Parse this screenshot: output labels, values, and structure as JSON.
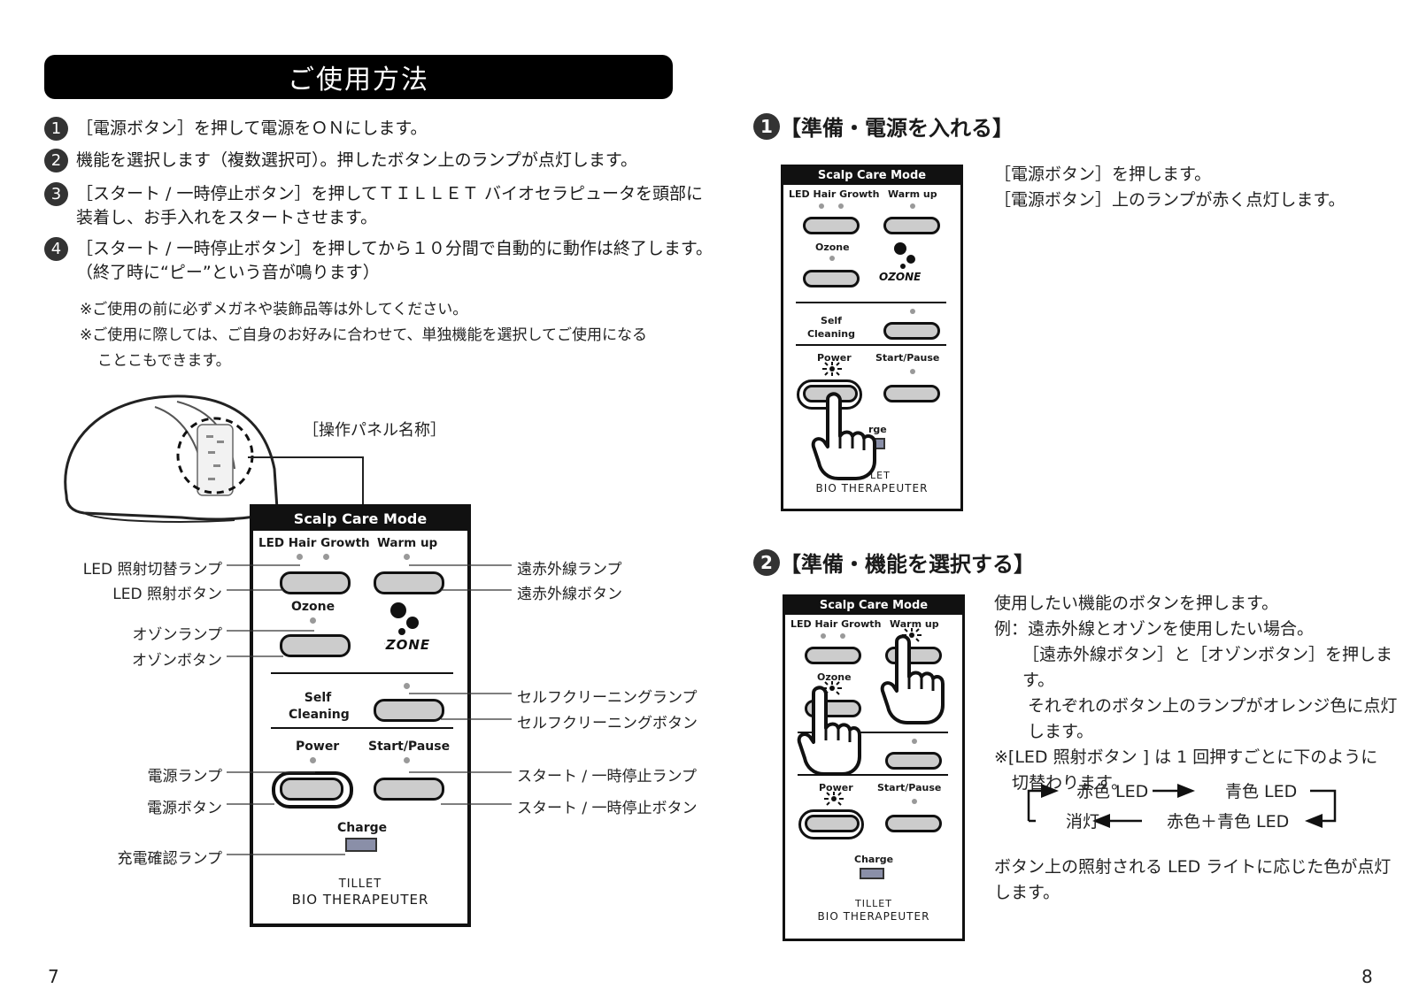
{
  "left": {
    "title": "ご使用方法",
    "steps": [
      {
        "n": "1",
        "text": "［電源ボタン］を押して電源をＯＮにします。"
      },
      {
        "n": "2",
        "text": "機能を選択します（複数選択可）。押したボタン上のランプが点灯します。"
      },
      {
        "n": "3",
        "line1": "［スタート / 一時停止ボタン］を押してＴＩＬＬＥＴ バイオセラピュータを頭部に",
        "line2": "装着し、お手入れをスタートさせます。"
      },
      {
        "n": "4",
        "line1": "［スタート / 一時停止ボタン］を押してから１０分間で自動的に動作は終了します。",
        "line2": "（終了時に“ピー”という音が鳴ります）"
      }
    ],
    "notes": [
      "※ご使用の前に必ずメガネや装飾品等は外してください。",
      "※ご使用に際しては、ご自身のお好みに合わせて、単独機能を選択してご使用になる",
      "ことこもできます。"
    ],
    "panel_caption": "［操作パネル名称］",
    "labels_left": [
      "LED 照射切替ランプ",
      "LED 照射ボタン",
      "オゾンランプ",
      "オゾンボタン",
      "電源ランプ",
      "電源ボタン",
      "充電確認ランプ"
    ],
    "labels_right": [
      "遠赤外線ランプ",
      "遠赤外線ボタン",
      "セルフクリーニングランプ",
      "セルフクリーニングボタン",
      "スタート / 一時停止ランプ",
      "スタート / 一時停止ボタン"
    ],
    "page_number": "7"
  },
  "panel": {
    "header": "Scalp Care Mode",
    "led": "LED Hair Growth",
    "warm": "Warm up",
    "ozone": "Ozone",
    "self1": "Self",
    "self2": "Cleaning",
    "power": "Power",
    "start": "Start/Pause",
    "charge": "Charge",
    "brand1": "TILLET",
    "brand2": "BIO THERAPEUTER",
    "logo": "OZONE",
    "charge_partial": "rge",
    "brand1_partial": "LET",
    "warm_partial": "Warm up"
  },
  "right": {
    "s1_num": "1",
    "s1_title": "【準備・電源を入れる】",
    "s1_lines": [
      "［電源ボタン］を押します。",
      "［電源ボタン］上のランプが赤く点灯します。"
    ],
    "s2_num": "2",
    "s2_title": "【準備・機能を選択する】",
    "s2_lines": [
      "使用したい機能のボタンを押します。",
      "例：遠赤外線とオゾンを使用したい場合。",
      "［遠赤外線ボタン］と［オゾンボタン］を押します。",
      "それぞれのボタン上のランプがオレンジ色に点灯",
      "します。",
      "※[LED 照射ボタン ] は 1 回押すごとに下のように",
      "切替わります。"
    ],
    "cycle": [
      "赤色 LED",
      "青色 LED",
      "消灯",
      "赤色＋青色 LED"
    ],
    "footer_lines": [
      "ボタン上の照射される LED ライトに応じた色が点灯",
      "します。"
    ],
    "page_number": "8"
  }
}
